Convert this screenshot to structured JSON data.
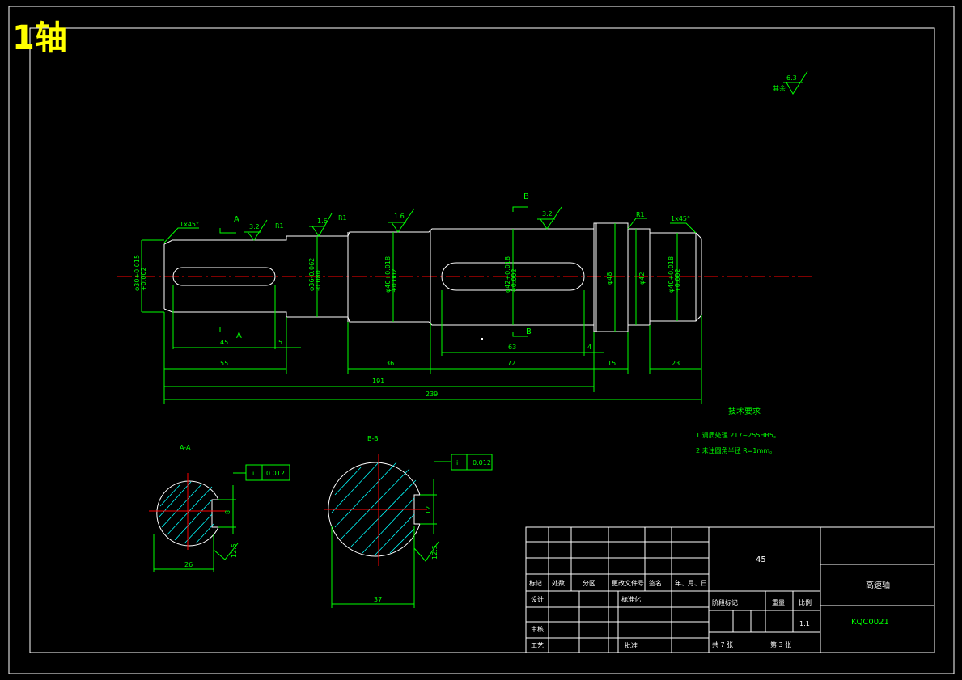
{
  "title": "1轴",
  "colors": {
    "outline": "#ffffff",
    "dimension": "#00ff00",
    "hatch": "#00ffff",
    "centerline": "#ff0000",
    "title": "#ffff00"
  },
  "roughness_global": {
    "label": "其余",
    "value": "6.3"
  },
  "shaft": {
    "chamfer_left": "1x45°",
    "chamfer_right": "1x45°",
    "roughness": [
      "3.2",
      "1.6",
      "1.6",
      "3.2"
    ],
    "fillet_labels": [
      "R1",
      "R1",
      "R1"
    ],
    "section_a": "A",
    "section_b": "B",
    "diameters": [
      "φ30+0.015\n+0.002",
      "φ36-0.062\n-0.080",
      "φ40+0.018\n+0.002",
      "φ42+0.018\n+0.002",
      "φ48",
      "φ42",
      "φ40+0.018\n+0.002"
    ],
    "dims": {
      "d45": "45",
      "d5": "5",
      "d55": "55",
      "d36": "36",
      "d72": "72",
      "d63": "63",
      "d4": "4",
      "d15": "15",
      "d23": "23",
      "d191": "191",
      "d239": "239"
    }
  },
  "tech_req": {
    "heading": "技术要求",
    "items": [
      "1.调质处理 217~255HB5。",
      "2.未注圆角半径 R=1mm。"
    ]
  },
  "sections": {
    "aa": {
      "label": "A-A",
      "tol_sym": "i",
      "tol_val": "0.012",
      "width": "26",
      "key": "8",
      "rough": "12.5"
    },
    "bb": {
      "label": "B-B",
      "tol_sym": "i",
      "tol_val": "0.012",
      "width": "37",
      "key": "12",
      "rough": "12.5"
    }
  },
  "title_block": {
    "material": "45",
    "part_name": "高速轴",
    "drawing_no": "KQC0021",
    "scale_label": "比例",
    "scale": "1:1",
    "weight_label": "重量",
    "stage_label": "阶段标记",
    "rev_headers": [
      "标记",
      "处数",
      "分区",
      "更改文件号",
      "签名",
      "年、月、日"
    ],
    "design": "设计",
    "standard": "标准化",
    "review": "审核",
    "process": "工艺",
    "approve": "批准",
    "sheets": "共 7 张",
    "sheet_no": "第 3 张"
  }
}
